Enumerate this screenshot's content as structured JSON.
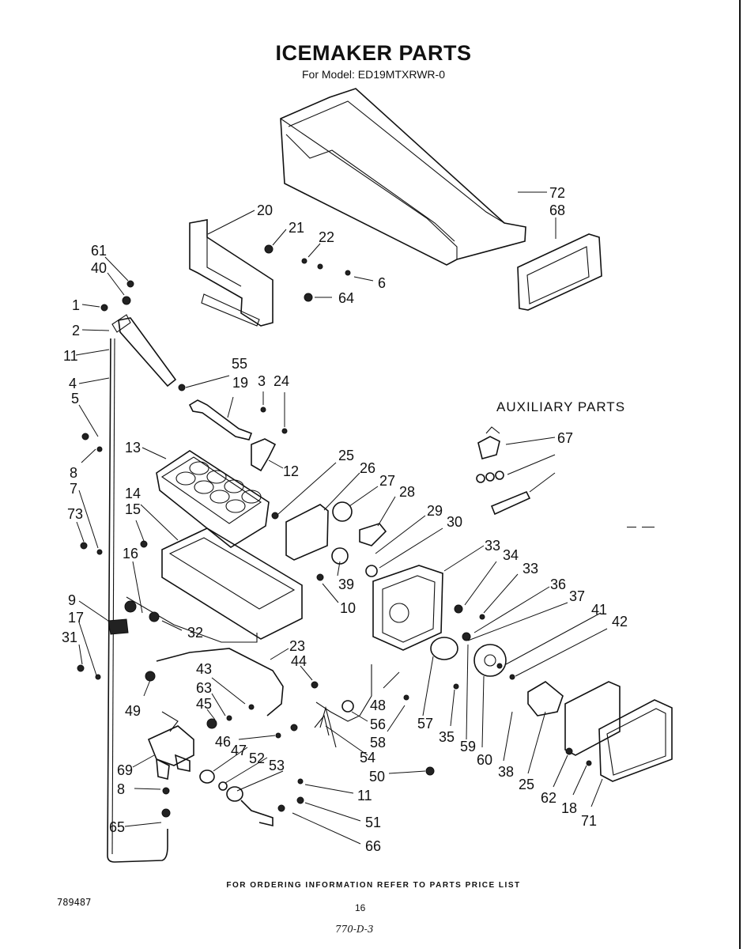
{
  "header": {
    "title": "ICEMAKER PARTS",
    "subtitle": "For Model: ED19MTXRWR-0"
  },
  "auxiliary_label": "AUXILIARY PARTS",
  "footer": {
    "ordering_note": "FOR ORDERING INFORMATION REFER TO PARTS PRICE LIST",
    "doc_number": "789487",
    "page_number": "16",
    "handwritten_note": "770-D-3"
  },
  "callouts": [
    "72",
    "68",
    "20",
    "21",
    "22",
    "6",
    "64",
    "61",
    "40",
    "1",
    "2",
    "11",
    "4",
    "5",
    "55",
    "19",
    "3",
    "24",
    "8",
    "7",
    "73",
    "13",
    "12",
    "25",
    "26",
    "27",
    "28",
    "29",
    "30",
    "14",
    "15",
    "16",
    "39",
    "10",
    "9",
    "17",
    "31",
    "32",
    "33",
    "34",
    "33",
    "36",
    "37",
    "41",
    "42",
    "23",
    "44",
    "43",
    "63",
    "45",
    "49",
    "46",
    "47",
    "52",
    "53",
    "48",
    "56",
    "54",
    "58",
    "57",
    "35",
    "59",
    "60",
    "38",
    "25",
    "62",
    "18",
    "71",
    "69",
    "8",
    "50",
    "11",
    "51",
    "65",
    "66",
    "67"
  ]
}
